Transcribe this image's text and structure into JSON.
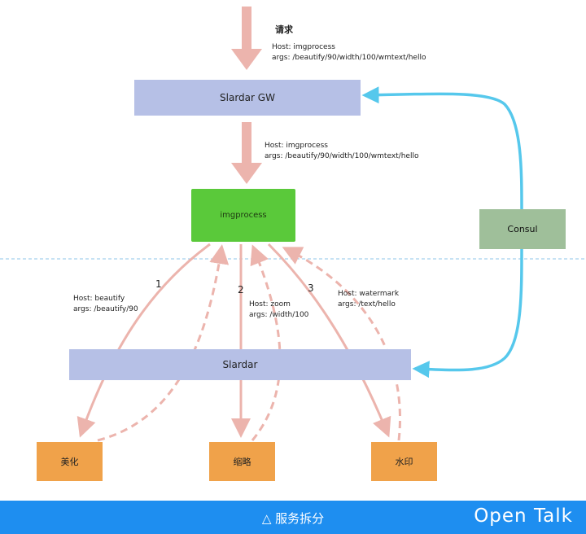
{
  "request": {
    "label": "请求",
    "host": "Host: imgprocess",
    "args": "args: /beautify/90/width/100/wmtext/hello"
  },
  "gw": {
    "label": "Slardar GW",
    "host": "Host: imgprocess",
    "args": "args: /beautify/90/width/100/wmtext/hello"
  },
  "imgprocess": {
    "label": "imgprocess"
  },
  "consul": {
    "label": "Consul"
  },
  "slardar": {
    "label": "Slardar"
  },
  "routes": [
    {
      "num": "1",
      "host": "Host: beautify",
      "args": "args: /beautify/90"
    },
    {
      "num": "2",
      "host": "Host: zoom",
      "args": "args: /width/100"
    },
    {
      "num": "3",
      "host": "Host: watermark",
      "args": "args: /text/hello"
    }
  ],
  "services": [
    {
      "label": "美化"
    },
    {
      "label": "缩略"
    },
    {
      "label": "水印"
    }
  ],
  "footer": {
    "caption": "△ 服务拆分",
    "brand": "Open Talk"
  },
  "colors": {
    "arrow": "#ecb4ad",
    "consul_line": "#56c8ec",
    "divider": "#8cc4e8",
    "footer": "#1e8ef0"
  }
}
